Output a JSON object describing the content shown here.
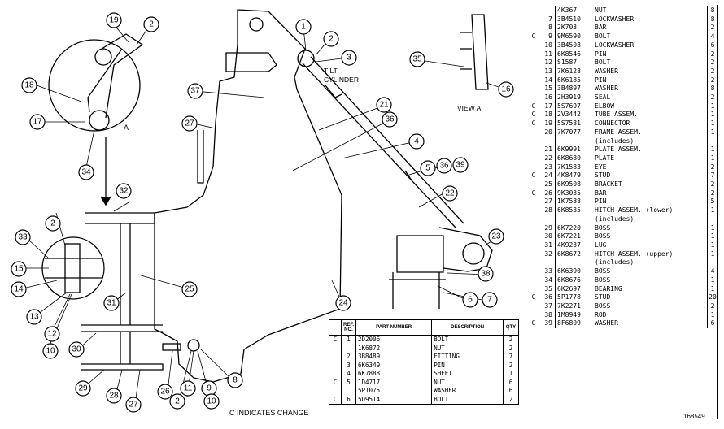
{
  "labels": {
    "tilt_cylinder_line1": "TILT",
    "tilt_cylinder_line2": "CYLINDER",
    "view_a": "VIEW A",
    "arrow_a": "A",
    "change_note": "C INDICATES CHANGE",
    "drawing_id": "168549"
  },
  "lower_table": {
    "headers": [
      "REF. NO.",
      "PART NUMBER",
      "DESCRIPTION",
      "QTY"
    ],
    "rows": [
      {
        "chg": "C",
        "no": "1",
        "part": "2D2006",
        "desc": "BOLT",
        "qty": "2"
      },
      {
        "chg": "",
        "no": "",
        "part": "1K6872",
        "desc": "NUT",
        "qty": "2"
      },
      {
        "chg": "",
        "no": "2",
        "part": "3B8489",
        "desc": "FITTING",
        "qty": "7"
      },
      {
        "chg": "",
        "no": "3",
        "part": "6K6349",
        "desc": "PIN",
        "qty": "2"
      },
      {
        "chg": "",
        "no": "4",
        "part": "6K7888",
        "desc": "SHEET",
        "qty": "1"
      },
      {
        "chg": "C",
        "no": "5",
        "part": "1D4717",
        "desc": "NUT",
        "qty": "6"
      },
      {
        "chg": "",
        "no": "",
        "part": "5P1075",
        "desc": "WASHER",
        "qty": "6"
      },
      {
        "chg": "C",
        "no": "6",
        "part": "5D9514",
        "desc": "BOLT",
        "qty": "2"
      }
    ]
  },
  "right_table": {
    "rows": [
      {
        "chg": "",
        "no": "",
        "part": "4K367",
        "desc": "NUT",
        "qty": "8"
      },
      {
        "chg": "",
        "no": "7",
        "part": "3B4510",
        "desc": "LOCKWASHER",
        "qty": "8"
      },
      {
        "chg": "",
        "no": "8",
        "part": "2K703",
        "desc": "BAR",
        "qty": "2"
      },
      {
        "chg": "C",
        "no": "9",
        "part": "9M6590",
        "desc": "BOLT",
        "qty": "4"
      },
      {
        "chg": "",
        "no": "10",
        "part": "3B4508",
        "desc": "LOCKWASHER",
        "qty": "6"
      },
      {
        "chg": "",
        "no": "11",
        "part": "6K8546",
        "desc": "PIN",
        "qty": "2"
      },
      {
        "chg": "",
        "no": "12",
        "part": "S1587",
        "desc": "BOLT",
        "qty": "2"
      },
      {
        "chg": "",
        "no": "13",
        "part": "7K6128",
        "desc": "WASHER",
        "qty": "2"
      },
      {
        "chg": "",
        "no": "14",
        "part": "6K6185",
        "desc": "PIN",
        "qty": "2"
      },
      {
        "chg": "",
        "no": "15",
        "part": "3B4897",
        "desc": "WASHER",
        "qty": "8"
      },
      {
        "chg": "",
        "no": "16",
        "part": "2H3919",
        "desc": "SEAL",
        "qty": "2"
      },
      {
        "chg": "C",
        "no": "17",
        "part": "5S7697",
        "desc": "ELBOW",
        "qty": "1"
      },
      {
        "chg": "C",
        "no": "18",
        "part": "2V3442",
        "desc": "TUBE ASSEM.",
        "qty": "1"
      },
      {
        "chg": "C",
        "no": "19",
        "part": "5S7581",
        "desc": "CONNECTOR",
        "qty": "1"
      },
      {
        "chg": "",
        "no": "20",
        "part": "7K7077",
        "desc": "FRAME ASSEM.",
        "qty": "1"
      },
      {
        "chg": "",
        "no": "",
        "part": "",
        "desc": "(includes)",
        "qty": ""
      },
      {
        "chg": "",
        "no": "21",
        "part": "6K9991",
        "desc": "PLATE ASSEM.",
        "qty": "1"
      },
      {
        "chg": "",
        "no": "22",
        "part": "6K8680",
        "desc": "PLATE",
        "qty": "1"
      },
      {
        "chg": "",
        "no": "23",
        "part": "7K1583",
        "desc": "EYE",
        "qty": "2"
      },
      {
        "chg": "C",
        "no": "24",
        "part": "4K8479",
        "desc": "STUD",
        "qty": "7"
      },
      {
        "chg": "",
        "no": "25",
        "part": "6K9508",
        "desc": "BRACKET",
        "qty": "2"
      },
      {
        "chg": "C",
        "no": "26",
        "part": "9K3035",
        "desc": "BAR",
        "qty": "2"
      },
      {
        "chg": "",
        "no": "27",
        "part": "1K7588",
        "desc": "PIN",
        "qty": "5"
      },
      {
        "chg": "",
        "no": "28",
        "part": "6K8535",
        "desc": "HITCH ASSEM. (lower)",
        "qty": "1"
      },
      {
        "chg": "",
        "no": "",
        "part": "",
        "desc": "(includes)",
        "qty": ""
      },
      {
        "chg": "",
        "no": "29",
        "part": "6K7220",
        "desc": "BOSS",
        "qty": "1"
      },
      {
        "chg": "",
        "no": "30",
        "part": "6K7221",
        "desc": "BOSS",
        "qty": "1"
      },
      {
        "chg": "",
        "no": "31",
        "part": "4K9237",
        "desc": "LUG",
        "qty": "1"
      },
      {
        "chg": "",
        "no": "32",
        "part": "6K8672",
        "desc": "HITCH ASSEM. (upper)",
        "qty": "1"
      },
      {
        "chg": "",
        "no": "",
        "part": "",
        "desc": "(includes)",
        "qty": ""
      },
      {
        "chg": "",
        "no": "33",
        "part": "6K6390",
        "desc": "BOSS",
        "qty": "4"
      },
      {
        "chg": "",
        "no": "34",
        "part": "6K8676",
        "desc": "BOSS",
        "qty": "1"
      },
      {
        "chg": "",
        "no": "35",
        "part": "6K2697",
        "desc": "BEARING",
        "qty": "1"
      },
      {
        "chg": "C",
        "no": "36",
        "part": "5P1778",
        "desc": "STUD",
        "qty": "20"
      },
      {
        "chg": "",
        "no": "37",
        "part": "7K2271",
        "desc": "BOSS",
        "qty": "2"
      },
      {
        "chg": "",
        "no": "38",
        "part": "1M8949",
        "desc": "ROD",
        "qty": "1"
      },
      {
        "chg": "C",
        "no": "39",
        "part": "8F6809",
        "desc": "WASHER",
        "qty": "6"
      }
    ]
  },
  "callouts": [
    "1",
    "2",
    "3",
    "4",
    "5",
    "6",
    "7",
    "8",
    "9",
    "10",
    "11",
    "12",
    "13",
    "14",
    "15",
    "16",
    "17",
    "18",
    "19",
    "21",
    "22",
    "23",
    "24",
    "25",
    "26",
    "27",
    "28",
    "29",
    "30",
    "31",
    "32",
    "33",
    "34",
    "35",
    "36",
    "37",
    "38",
    "39"
  ]
}
